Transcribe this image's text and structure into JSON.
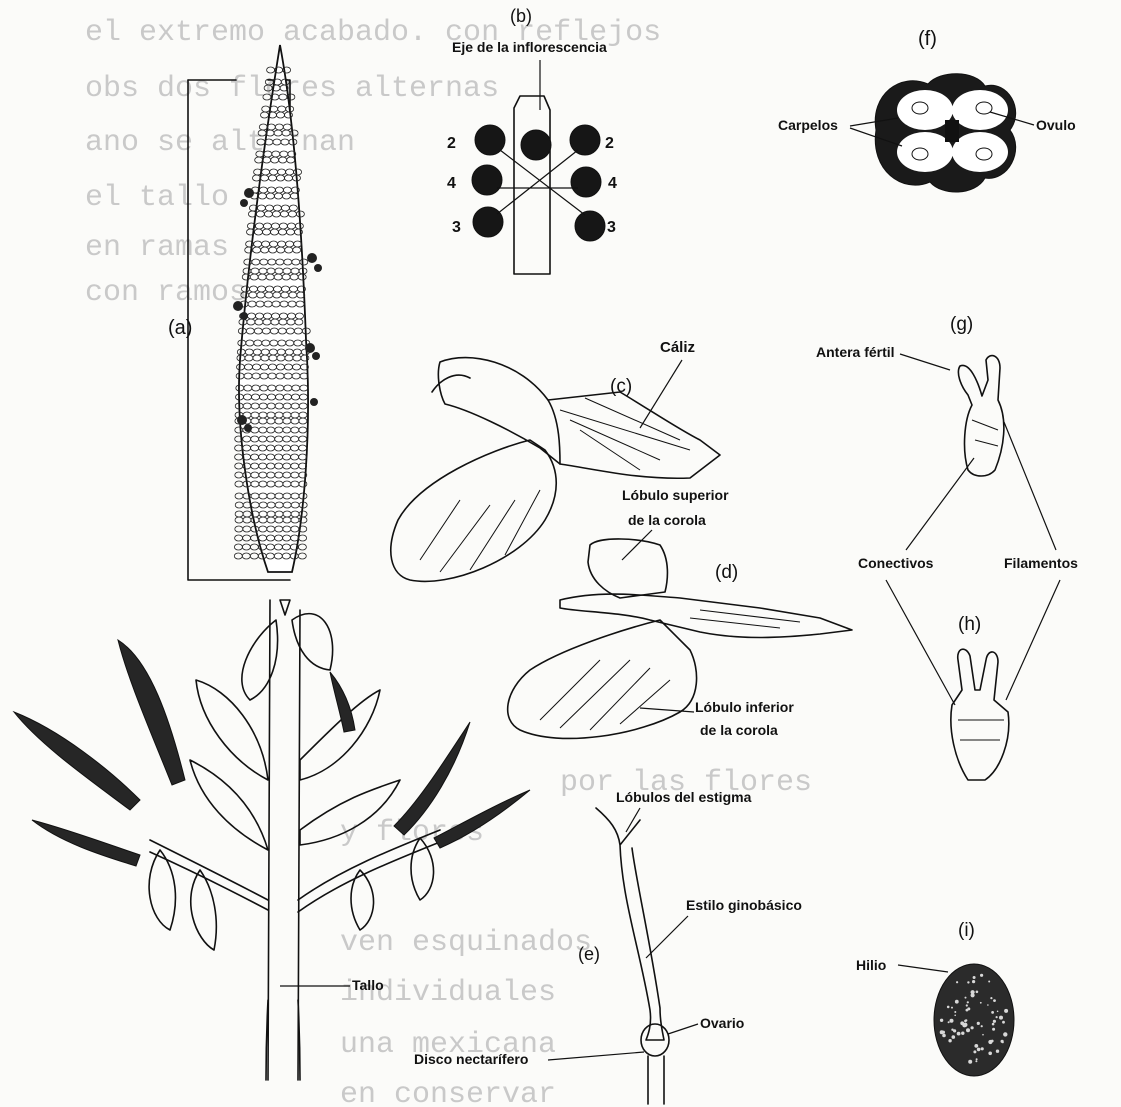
{
  "background_text": [
    "el  extremo  acabado.  con  reflejos",
    "obs  dos  flores  alternas",
    "ano  se  alternan",
    "el  tallo",
    "en  ramas",
    "con  ramos",
    "por  las  flores",
    "y  flores",
    "ven  esquinados",
    "individuales",
    "una  mexicana",
    "en  conservar"
  ],
  "panels": {
    "a": "(a)",
    "b": "(b)",
    "c": "(c)",
    "d": "(d)",
    "e": "(e)",
    "f": "(f)",
    "g": "(g)",
    "h": "(h)",
    "i": "(i)"
  },
  "labels": {
    "eje": "Eje de la inflorescencia",
    "carpelos": "Carpelos",
    "ovulo": "Ovulo",
    "caliz": "Cáliz",
    "antera": "Antera fértil",
    "lobulo_sup_1": "Lóbulo superior",
    "lobulo_sup_2": "de la corola",
    "conectivos": "Conectivos",
    "filamentos": "Filamentos",
    "lobulo_inf_1": "Lóbulo inferior",
    "lobulo_inf_2": "de la corola",
    "estigma": "Lóbulos del estigma",
    "estilo": "Estilo ginobásico",
    "ovario": "Ovario",
    "disco": "Disco nectarífero",
    "tallo": "Tallo",
    "hilio": "Hilio"
  },
  "diagram_numbers": {
    "l_top": "2",
    "r_top": "2",
    "l_mid": "4",
    "r_mid": "4",
    "l_bot": "3",
    "r_bot": "3"
  }
}
